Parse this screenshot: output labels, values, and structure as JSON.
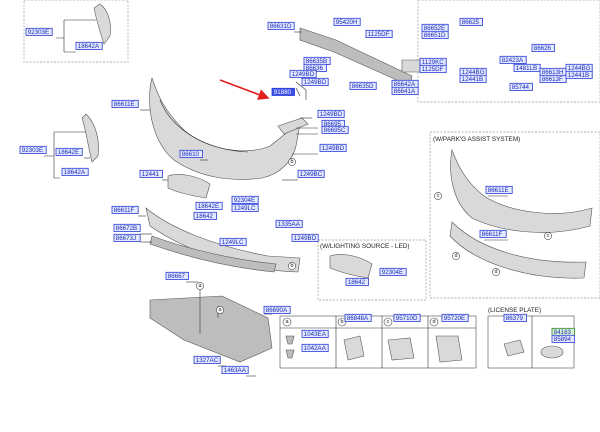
{
  "part_numbers": [
    {
      "id": "p92303E_tl",
      "text": "92303E"
    },
    {
      "id": "p18642A_tl",
      "text": "18642A"
    },
    {
      "id": "p86631D",
      "text": "86631D"
    },
    {
      "id": "p95420H",
      "text": "95420H"
    },
    {
      "id": "p1125DF",
      "text": "1125DF"
    },
    {
      "id": "p86652E",
      "text": "86652E"
    },
    {
      "id": "p86651D",
      "text": "86651D"
    },
    {
      "id": "p86625",
      "text": "86625"
    },
    {
      "id": "p86635B",
      "text": "86635B"
    },
    {
      "id": "p86636",
      "text": "86636"
    },
    {
      "id": "p1249BD_a",
      "text": "1249BD"
    },
    {
      "id": "p1249BD_b",
      "text": "1249BD"
    },
    {
      "id": "p86635D",
      "text": "86635D"
    },
    {
      "id": "p86642A",
      "text": "86642A"
    },
    {
      "id": "p86641A",
      "text": "86641A"
    },
    {
      "id": "p1129KC",
      "text": "1129KC"
    },
    {
      "id": "p1125DF_b",
      "text": "1125DF"
    },
    {
      "id": "p1244BG",
      "text": "1244BG"
    },
    {
      "id": "p12441B",
      "text": "12441B"
    },
    {
      "id": "p82423A",
      "text": "82423A"
    },
    {
      "id": "p1481LB",
      "text": "1481LB"
    },
    {
      "id": "p86626",
      "text": "86626"
    },
    {
      "id": "p86613H",
      "text": "86613H"
    },
    {
      "id": "p86613F",
      "text": "86613F"
    },
    {
      "id": "p1244BG_r",
      "text": "1244BG"
    },
    {
      "id": "p12441B_r",
      "text": "12441B"
    },
    {
      "id": "p85744",
      "text": "85744"
    },
    {
      "id": "p91880",
      "text": "91880"
    },
    {
      "id": "p86611E",
      "text": "86611E"
    },
    {
      "id": "p1249BD_c",
      "text": "1249BD"
    },
    {
      "id": "p86695",
      "text": "86695"
    },
    {
      "id": "p86695C",
      "text": "86695C"
    },
    {
      "id": "p92303E_ml",
      "text": "92303E"
    },
    {
      "id": "p18642E",
      "text": "18642E"
    },
    {
      "id": "p18642A_ml",
      "text": "18642A"
    },
    {
      "id": "p86610",
      "text": "86610"
    },
    {
      "id": "p1249BD_d",
      "text": "1249BD"
    },
    {
      "id": "p1249BC",
      "text": "1249BC"
    },
    {
      "id": "p12441",
      "text": "12441"
    },
    {
      "id": "p92304E",
      "text": "92304E"
    },
    {
      "id": "p1249LC_a",
      "text": "1249LC"
    },
    {
      "id": "p18642E_b",
      "text": "18642E"
    },
    {
      "id": "p18642",
      "text": "18642"
    },
    {
      "id": "p86611F",
      "text": "86611F"
    },
    {
      "id": "p1335AA",
      "text": "1335AA"
    },
    {
      "id": "p86672B",
      "text": "86672B"
    },
    {
      "id": "p86673J",
      "text": "86673J"
    },
    {
      "id": "p1249LC_b",
      "text": "1249LC"
    },
    {
      "id": "p1249BD_e",
      "text": "1249BD"
    },
    {
      "id": "p86667",
      "text": "86667"
    },
    {
      "id": "p86690A",
      "text": "86690A"
    },
    {
      "id": "p1327AC",
      "text": "1327AC"
    },
    {
      "id": "p1463AA",
      "text": "1463AA"
    },
    {
      "id": "p86611E_r",
      "text": "86611E"
    },
    {
      "id": "p86611F_r",
      "text": "86611F"
    },
    {
      "id": "p92304E_l",
      "text": "92304E"
    },
    {
      "id": "p18642_l",
      "text": "18642"
    },
    {
      "id": "p1043EA",
      "text": "1043EA"
    },
    {
      "id": "p1042AA",
      "text": "1042AA"
    },
    {
      "id": "p86848A",
      "text": "86848A"
    },
    {
      "id": "p95710D",
      "text": "95710D"
    },
    {
      "id": "p95720E",
      "text": "95720E"
    },
    {
      "id": "p86379",
      "text": "86379"
    },
    {
      "id": "p84183",
      "text": "84183"
    },
    {
      "id": "p85894",
      "text": "85894"
    }
  ],
  "captions": {
    "park_assist": "(W/PARK'G ASSIST SYSTEM)",
    "lighting": "(W/LIGHTING SOURCE - LED)",
    "license": "(LICENSE PLATE)"
  },
  "legend_letters": [
    "a",
    "b",
    "c",
    "d"
  ],
  "highlight_color": "#3b4fe8",
  "arrow_color": "#e02020"
}
